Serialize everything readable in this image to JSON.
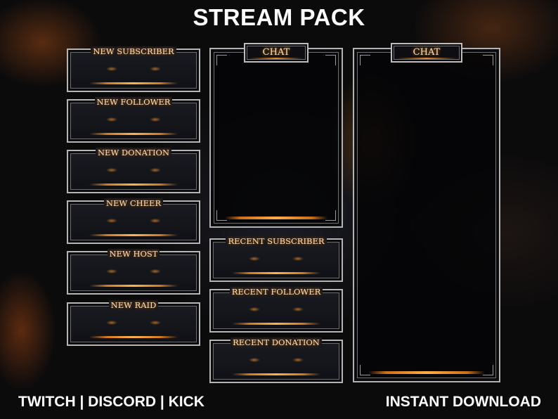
{
  "title": "STREAM PACK",
  "alerts": [
    {
      "label": "NEW SUBSCRIBER"
    },
    {
      "label": "NEW FOLLOWER"
    },
    {
      "label": "NEW DONATION"
    },
    {
      "label": "NEW CHEER"
    },
    {
      "label": "NEW HOST"
    },
    {
      "label": "NEW RAID"
    }
  ],
  "recent": [
    {
      "label": "RECENT SUBSCRIBER"
    },
    {
      "label": "RECENT FOLLOWER"
    },
    {
      "label": "RECENT DONATION"
    }
  ],
  "chat_small": {
    "label": "CHAT"
  },
  "chat_large": {
    "label": "CHAT"
  },
  "footer": {
    "platforms": "TWITCH | DISCORD | KICK",
    "download": "INSTANT DOWNLOAD"
  },
  "colors": {
    "accent": "#ff9a2e",
    "frame": "#b5b5b5",
    "background": "#0c0b0c"
  }
}
